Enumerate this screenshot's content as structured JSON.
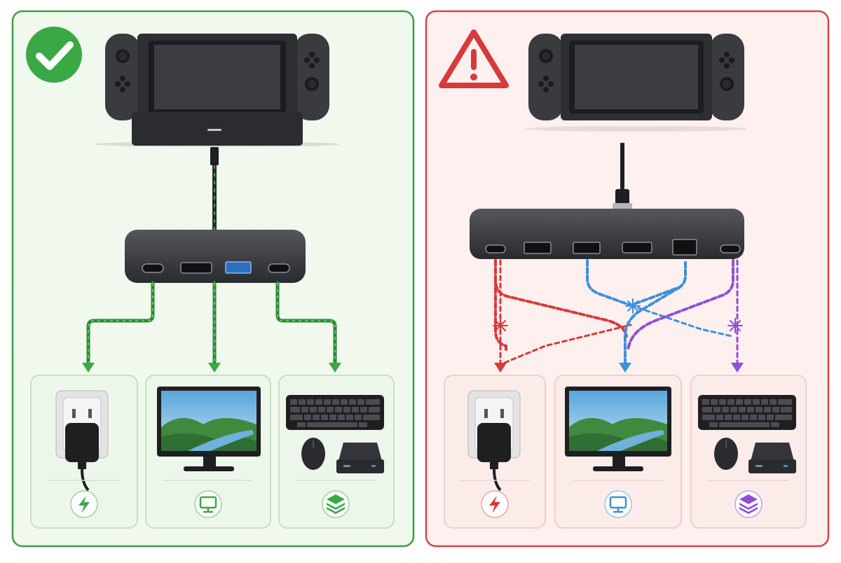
{
  "panels": {
    "good": {
      "status_icon": "check-circle-icon",
      "accent": "#3aa845",
      "border": "#3f9c45",
      "background": "#f1f8ee",
      "card_background": "#edf6ea",
      "card_border": "#b9dcb2",
      "hub_ports": [
        "usb-c-port-icon",
        "hdmi-port-icon",
        "usb-a-port-icon",
        "usb-c-port-icon"
      ],
      "devices": [
        {
          "name": "power",
          "badge_icon": "lightning-bolt-icon"
        },
        {
          "name": "display",
          "badge_icon": "monitor-icon"
        },
        {
          "name": "peripherals",
          "badge_icon": "layers-icon"
        }
      ]
    },
    "bad": {
      "status_icon": "warning-triangle-icon",
      "accent": "#d63a3a",
      "border": "#d64545",
      "background": "#fdf0ef",
      "card_background": "#fbecea",
      "card_border": "#eec5c1",
      "hub_ports": [
        "usb-c-port-icon",
        "usb-a-port-icon",
        "usb-a-port-icon",
        "hdmi-port-icon",
        "ethernet-port-icon",
        "usb-c-port-icon"
      ],
      "wire_colors": {
        "power": "#d63a3a",
        "display": "#3f8fd8",
        "peripherals": "#8e4fd6"
      },
      "devices": [
        {
          "name": "power",
          "badge_icon": "lightning-bolt-icon",
          "badge_color": "#d63a3a"
        },
        {
          "name": "display",
          "badge_icon": "monitor-icon",
          "badge_color": "#3f8fd8"
        },
        {
          "name": "peripherals",
          "badge_icon": "layers-icon",
          "badge_color": "#8e4fd6"
        }
      ]
    }
  }
}
